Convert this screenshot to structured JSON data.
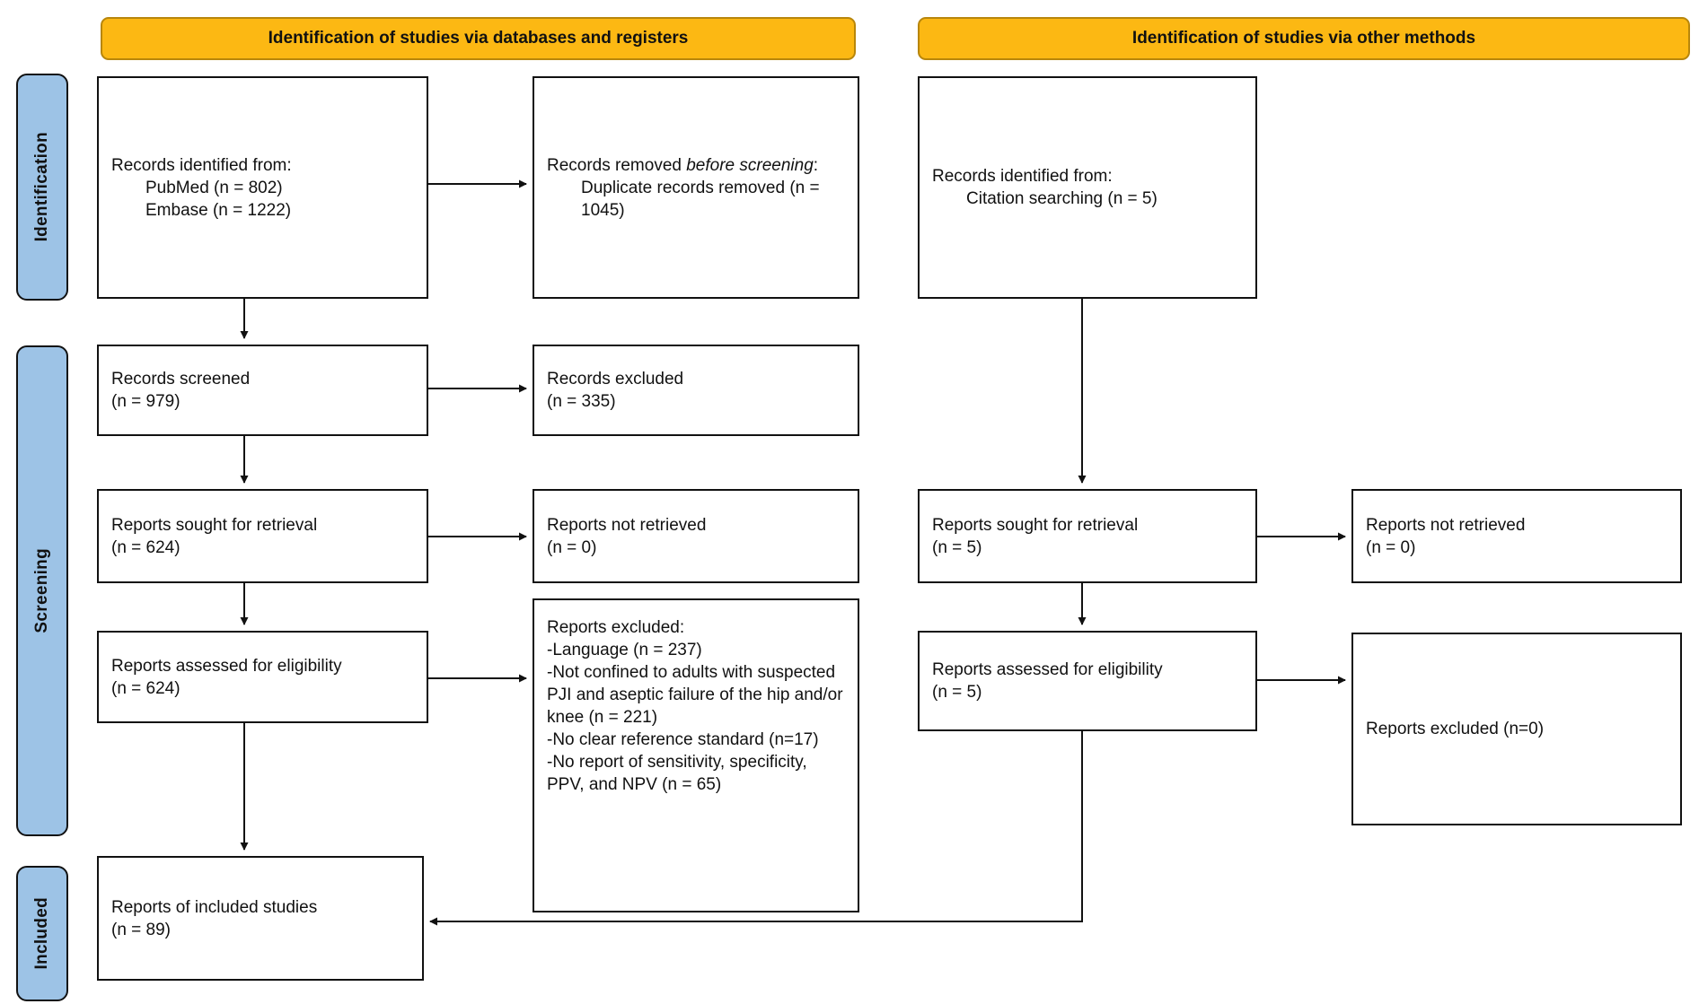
{
  "headers": {
    "databases": "Identification of studies via databases and registers",
    "other": "Identification of studies via other methods"
  },
  "sidebar": {
    "identification": "Identification",
    "screening": "Screening",
    "included": "Included"
  },
  "boxes": {
    "records_identified_db": {
      "line1": "Records identified from:",
      "line2": "PubMed (n = 802)",
      "line3": "Embase (n = 1222)"
    },
    "records_removed": {
      "prefix": "Records removed ",
      "italic": "before screening",
      "suffix": ":",
      "line2": "Duplicate records removed (n = 1045)"
    },
    "records_identified_other": {
      "line1": "Records identified from:",
      "line2": "Citation searching (n = 5)"
    },
    "records_screened": {
      "line1": "Records screened",
      "line2": "(n = 979)"
    },
    "records_excluded": {
      "line1": "Records excluded",
      "line2": "(n = 335)"
    },
    "reports_sought_db": {
      "line1": "Reports sought for retrieval",
      "line2": "(n = 624)"
    },
    "reports_not_retrieved_db": {
      "line1": "Reports not retrieved",
      "line2": "(n = 0)"
    },
    "reports_assessed_db": {
      "line1": "Reports assessed for eligibility",
      "line2": "(n = 624)"
    },
    "reports_excluded_big": {
      "title": "Reports excluded:",
      "items": [
        "-Language (n = 237)",
        "-Not confined to adults with suspected PJI and aseptic failure of the hip and/or knee (n = 221)",
        "-No clear reference standard (n=17)",
        "-No report of sensitivity, specificity, PPV, and NPV (n = 65)"
      ]
    },
    "reports_sought_other": {
      "line1": "Reports sought for retrieval",
      "line2": "(n = 5)"
    },
    "reports_not_retrieved_other": {
      "line1": "Reports not retrieved",
      "line2": "(n = 0)"
    },
    "reports_assessed_other": {
      "line1": "Reports assessed for eligibility",
      "line2": "(n = 5)"
    },
    "reports_excluded_other": {
      "line1": "Reports excluded (n=0)"
    },
    "included_studies": {
      "line1": "Reports of included studies",
      "line2": "(n = 89)"
    }
  },
  "colors": {
    "header_bg": "#FCB813",
    "header_border": "#B8860B",
    "sidebar_bg": "#9DC3E6",
    "box_border": "#111111"
  }
}
